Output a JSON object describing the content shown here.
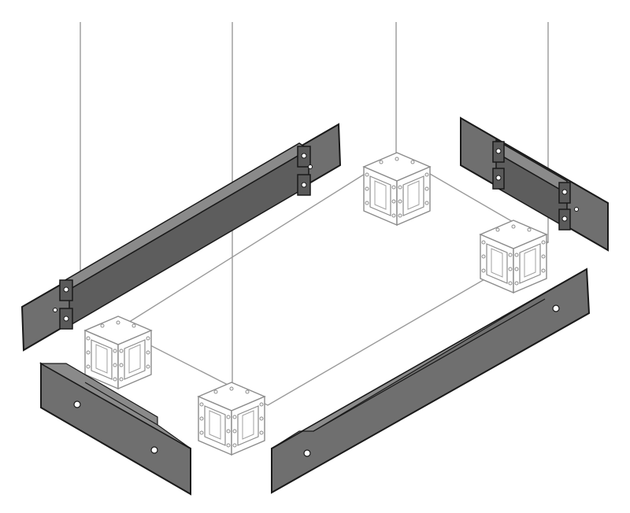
{
  "diagram": {
    "subject": "plinth-base-assembly",
    "colors": {
      "background": "#ffffff",
      "panel_face": "#6f6f6f",
      "panel_top": "#8a8a8a",
      "panel_edge": "#1a1a1a",
      "frame_line": "#9a9a9a",
      "corner_fill": "#ffffff",
      "corner_line": "#8c8c8c"
    },
    "parts": [
      {
        "id": "rear-left-panel",
        "kind": "plinth-panel-with-brackets"
      },
      {
        "id": "rear-right-panel",
        "kind": "plinth-panel-with-brackets"
      },
      {
        "id": "front-left-panel",
        "kind": "plinth-panel-with-holes"
      },
      {
        "id": "front-right-panel",
        "kind": "plinth-panel-with-holes"
      },
      {
        "id": "corner-block-back",
        "kind": "corner-piece"
      },
      {
        "id": "corner-block-right",
        "kind": "corner-piece"
      },
      {
        "id": "corner-block-left",
        "kind": "corner-piece"
      },
      {
        "id": "corner-block-front",
        "kind": "corner-piece"
      }
    ]
  }
}
